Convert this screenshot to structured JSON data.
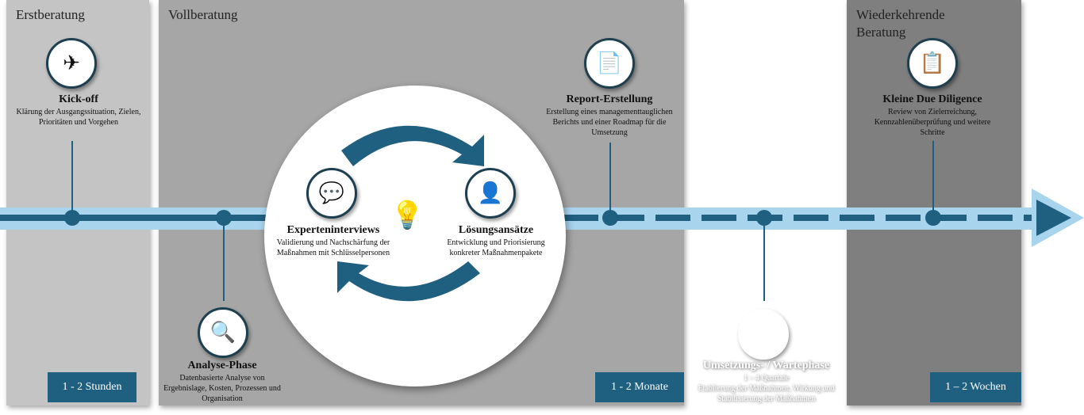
{
  "phases": {
    "erst": "Erstberatung",
    "voll": "Vollberatung",
    "wieder": "Wiederkehrende Beratung"
  },
  "durations": {
    "erst": "1 - 2 Stunden",
    "voll": "1 - 2 Monate",
    "wieder": "1 – 2 Wochen"
  },
  "milestones": {
    "kickoff": {
      "title": "Kick-off",
      "desc": "Klärung der Ausgangssituation, Zielen, Prioritäten und Vorgehen"
    },
    "analyse": {
      "title": "Analyse-Phase",
      "desc": "Datenbasierte Analyse von Ergebnislage, Kosten, Prozessen und Organisation"
    },
    "experten": {
      "title": "Experteninterviews",
      "desc": "Validierung und Nachschärfung der Maßnahmen mit Schlüsselpersonen"
    },
    "loesung": {
      "title": "Lösungsansätze",
      "desc": "Entwicklung und Priorisierung konkreter Maßnahmenpakete"
    },
    "report": {
      "title": "Report-Erstellung",
      "desc": "Erstellung eines managementtauglichen Berichts und einer Roadmap für die Umsetzung"
    },
    "umsetzung": {
      "title": "Umsetzungs- / Wartephase",
      "sub": "1 – 4 Quartale",
      "desc": "Etablierung der Maßnahmen, Wirkung und Stabilisierung der Maßnahmen"
    },
    "diligence": {
      "title": "Kleine Due Diligence",
      "desc": "Review von Zielerreichung, Kennzahlenüberprüfung und weitere Schritte"
    }
  },
  "colors": {
    "primary": "#1f5f7f",
    "band": "#a9d4ee"
  }
}
